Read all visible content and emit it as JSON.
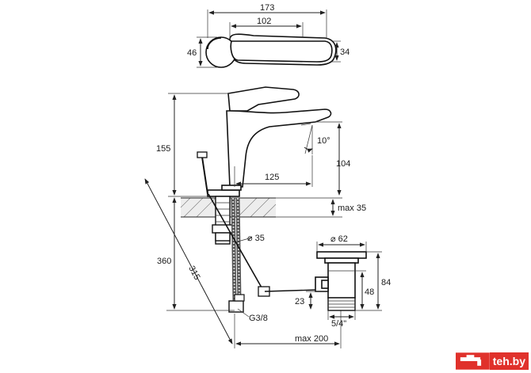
{
  "dimensions": {
    "top_length": "173",
    "lever_length": "102",
    "body_depth": "46",
    "lever_depth": "34",
    "height_total": "155",
    "spout_angle": "10°",
    "spout_height": "104",
    "spout_reach": "125",
    "mount_thickness": "max 35",
    "hole_diameter": "⌀ 35",
    "hose_length_360": "360",
    "hose_length_315": "315",
    "hose_thread": "G3/8",
    "pull_rod": "max 200",
    "drain_diameter": "⌀ 62",
    "drain_height": "84",
    "drain_body": "48",
    "drain_offset": "23",
    "drain_thread": "5/4\""
  },
  "badge": {
    "text": "teh.by",
    "color": "#e0312b"
  }
}
